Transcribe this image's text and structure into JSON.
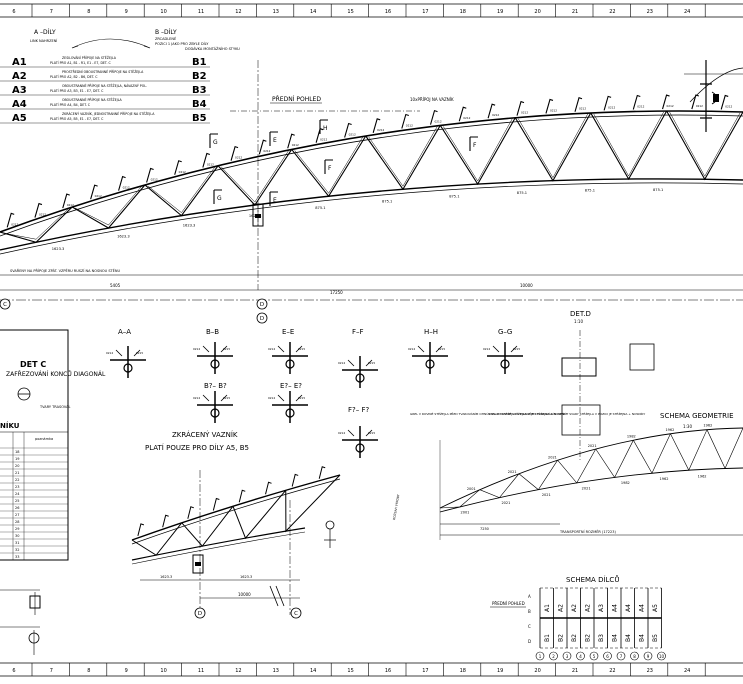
{
  "ruler": [
    "6",
    "7",
    "8",
    "9",
    "10",
    "11",
    "12",
    "13",
    "14",
    "15",
    "16",
    "17",
    "18",
    "19",
    "20",
    "21",
    "22",
    "23",
    "24"
  ],
  "legend": {
    "a_title": "A –DÍLY",
    "a_sub": "LINK NAHRZENÍ",
    "b_title": "B –DÍLY",
    "b_sub": "ZRCADLENÉ",
    "b_note": "POZICI 1 JAKO PRO ZBYLE DÍLY",
    "b_note2": "DODÁVKA MONTÁŽNÍHO STYKU",
    "rows": [
      {
        "id": "A1",
        "pair": "B1",
        "desc": "ZESILOVÁNÍ PŘÍPOJE NA STĚŽEJLA",
        "desc2": "PLATÍ PRO A1, B1 - R1, E1 - E7, DET. C"
      },
      {
        "id": "A2",
        "pair": "B2",
        "desc": "PROSTŘEDNÍ OBOUSTRANNÉ PŘÍPOJE NA STĚŽEJLA",
        "desc2": "PLATÍ PRO A2, B2 - B6, DET. C"
      },
      {
        "id": "A3",
        "pair": "B3",
        "desc": "OBOUSTRANNÉ PŘÍPOJE NA STĚŽEJLA, NÁVAZNÝ POL.",
        "desc2": "PLATÍ PRO A3, B3, E1 - E7, DET. C"
      },
      {
        "id": "A4",
        "pair": "B4",
        "desc": "OBOUSTRANNÉ PŘÍPOJE NA STĚŽEJLA",
        "desc2": "PLATÍ PRO A4, B4, DET. C"
      },
      {
        "id": "A5",
        "pair": "B5",
        "desc": "ZKRÁCENÝ VAZNÍK, JEDNOSTRANNÉ PŘÍPOJE NA STĚŽEJLA",
        "desc2": "PLATÍ PRO A5, B5, E1 - E7, DET. C"
      }
    ]
  },
  "main": {
    "front_view": "PŘEDNÍ POHLED",
    "note_connect": "10xPŘÍPOJ NA VAZNÍK",
    "footnote": "SVAŘENY NA PŘÍPOJE ZPÁT. VZPĚRU RUSZÍ NA NOSNOU STĚNU",
    "dims": [
      "1623.3",
      "1623.3",
      "1623.3",
      "1623.3",
      "875.1",
      "875.1",
      "875.1",
      "875.1",
      "875.1",
      "875.1"
    ],
    "total_dim": "17250",
    "dim_left": "5405",
    "dim_right": "10000",
    "section_labels": [
      "G",
      "E",
      "H",
      "G",
      "E",
      "F",
      "F"
    ]
  },
  "det_c": {
    "title": "DET C",
    "subtitle": "ZAFŘEZOVÁNÍ KONCŮ DIAGONÁL",
    "note": "TVARY TRASOVAL",
    "table_title": "NÍKU",
    "table_header": "poznámka",
    "table_rows": [
      "18",
      "19",
      "20",
      "21",
      "22",
      "23",
      "24",
      "25",
      "26",
      "27",
      "28",
      "29",
      "30",
      "31",
      "32",
      "33"
    ]
  },
  "sections": {
    "aa": "A–A",
    "bb": "B–B",
    "ee": "E–E",
    "ff": "F–F",
    "hh": "H–H",
    "gg": "G–G",
    "b2": "B?– B?",
    "e2": "E?– E?",
    "f2": "F?– F?",
    "det_d": "DET.D",
    "det_d_scale": "1:10",
    "hh_note": "GREL V ROVINĚ STĚŽEJLA PŘED TVAROVÁNÍM OHNÚT SVARY STĚŽEJLA V POZICI JE STĚŽEJNA + NOSNÍKY",
    "gg_note": "GREL V ROVINĚ STĚŽEJLA PŘED TVAROVÁNÍM OHNÚT SVARY STĚŽEJLA V POZICI JE STĚŽEJNA + NOSNÍKY"
  },
  "short_truss": {
    "title": "ZKRÁCENÝ VAZNÍK",
    "subtitle": "PLATÍ POUZE PRO DÍLY A5, B5",
    "dims": [
      "1623.3",
      "1623.3"
    ],
    "total": "10000"
  },
  "schema_geo": {
    "title": "SCHEMA GEOMETRIE",
    "scale": "1:30",
    "dims": [
      "2001",
      "2021",
      "2021",
      "2021",
      "1982",
      "1962",
      "1962"
    ],
    "transport": "TRANSPORTNÍ ROZMĚR (17223)",
    "total": "7250"
  },
  "schema_dilcu": {
    "title": "SCHEMA DÍLCŮ",
    "front_view": "PŘEDNÍ POHLED",
    "top_row": [
      "A1",
      "A2",
      "A2",
      "A2",
      "A3",
      "A4",
      "A4",
      "A4",
      "A5"
    ],
    "bottom_row": [
      "B1",
      "B2",
      "B2",
      "B2",
      "B3",
      "B4",
      "B4",
      "B4",
      "B5"
    ],
    "axis_labels": [
      "1",
      "2",
      "3",
      "4",
      "5",
      "6",
      "7",
      "8",
      "9",
      "10"
    ]
  },
  "axis_marks": [
    "D",
    "D",
    "C",
    "D",
    "C"
  ]
}
